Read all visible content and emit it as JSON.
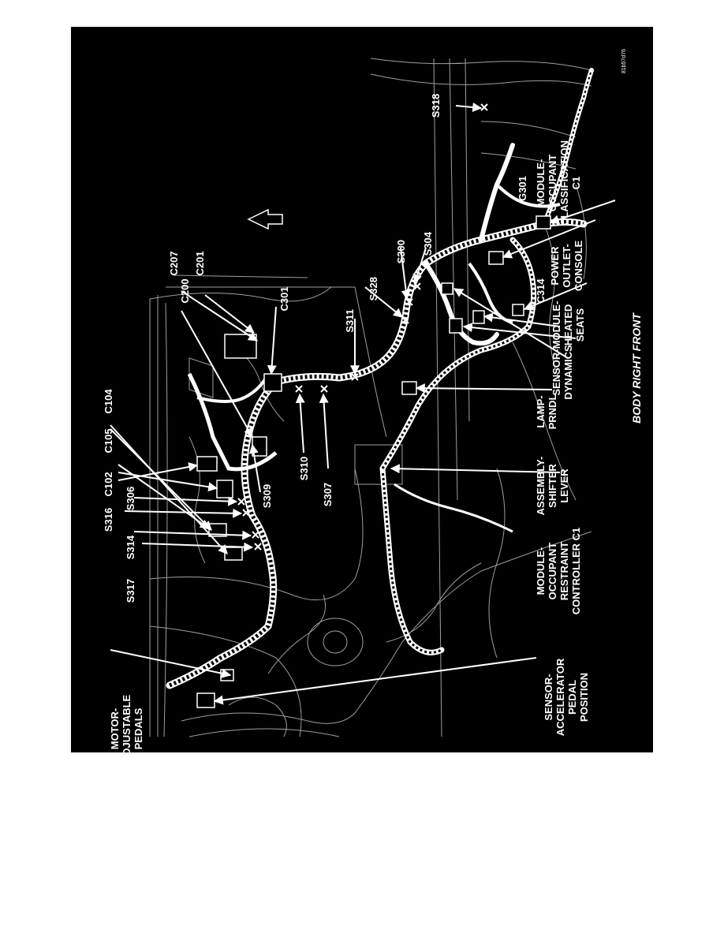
{
  "diagram": {
    "title": "BODY RIGHT FRONT",
    "figure_id": "81b57d76",
    "labels": {
      "motor_adjustable_pedals": [
        "MOTOR-",
        "ADJUSTABLE",
        "PEDALS"
      ],
      "sensor_accelerator": [
        "SENSOR-",
        "ACCELERATOR",
        "PEDAL",
        "POSITION"
      ],
      "module_ocm": [
        "MODULE-",
        "OCCUPANT",
        "RESTRAINT",
        "CONTROLLER C1"
      ],
      "assembly_shifter": [
        "ASSEMBLY-",
        "SHIFTER",
        "LEVER"
      ],
      "lamp_prndl": [
        "LAMP-",
        "PRNDL"
      ],
      "sensor_dynamics": [
        "SENSOR-",
        "DYNAMICS"
      ],
      "module_heated_seats": [
        "MODULE-",
        "HEATED",
        "SEATS"
      ],
      "power_outlet": [
        "POWER",
        "OUTLET-",
        "CONSOLE"
      ],
      "module_occupant_class": [
        "MODULE-",
        "OCCUPANT",
        "CLASSIFICATION",
        "C1"
      ],
      "s317": "S317",
      "s314": "S314",
      "s316": "S316",
      "s306": "S306",
      "c102": "C102",
      "c105": "C105",
      "c104": "C104",
      "s309": "S309",
      "c200": "C200",
      "c207": "C207",
      "c201": "C201",
      "c301": "C301",
      "s310": "S310",
      "s307": "S307",
      "s311": "S311",
      "s328": "S328",
      "s300": "S300",
      "s304": "S304",
      "c314": "C314",
      "g301": "G301",
      "s318": "S318"
    }
  }
}
